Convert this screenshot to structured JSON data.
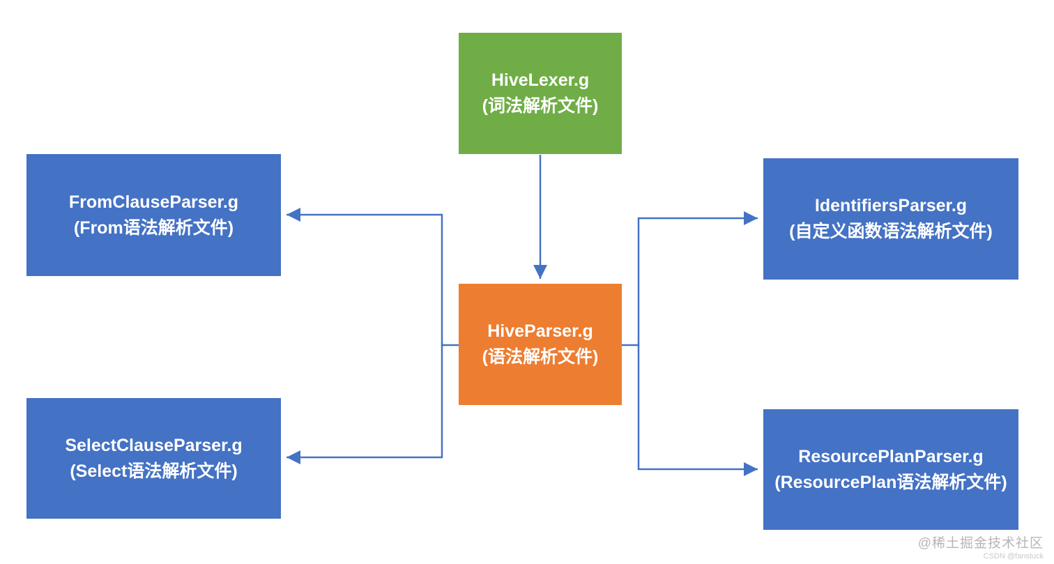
{
  "diagram": {
    "connector_color": "#4472C4",
    "nodes": {
      "hivelexer": {
        "title": "HiveLexer.g",
        "subtitle": "(词法解析文件)",
        "color": "#70AD47"
      },
      "hiveparser": {
        "title": "HiveParser.g",
        "subtitle": "(语法解析文件)",
        "color": "#ED7D31"
      },
      "fromclause": {
        "title": "FromClauseParser.g",
        "subtitle": "(From语法解析文件)",
        "color": "#4472C4"
      },
      "selectclause": {
        "title": "SelectClauseParser.g",
        "subtitle": "(Select语法解析文件)",
        "color": "#4472C4"
      },
      "identifiers": {
        "title": "IdentifiersParser.g",
        "subtitle": "(自定义函数语法解析文件)",
        "color": "#4472C4"
      },
      "resourceplan": {
        "title": "ResourcePlanParser.g",
        "subtitle": "(ResourcePlan语法解析文件)",
        "color": "#4472C4"
      }
    },
    "edges": [
      "HiveLexer.g -> HiveParser.g",
      "HiveParser.g -> FromClauseParser.g",
      "HiveParser.g -> SelectClauseParser.g",
      "HiveParser.g -> IdentifiersParser.g",
      "HiveParser.g -> ResourcePlanParser.g"
    ]
  },
  "watermark": {
    "line1": "@稀土掘金技术社区",
    "line2": "CSDN @fanstuck"
  }
}
